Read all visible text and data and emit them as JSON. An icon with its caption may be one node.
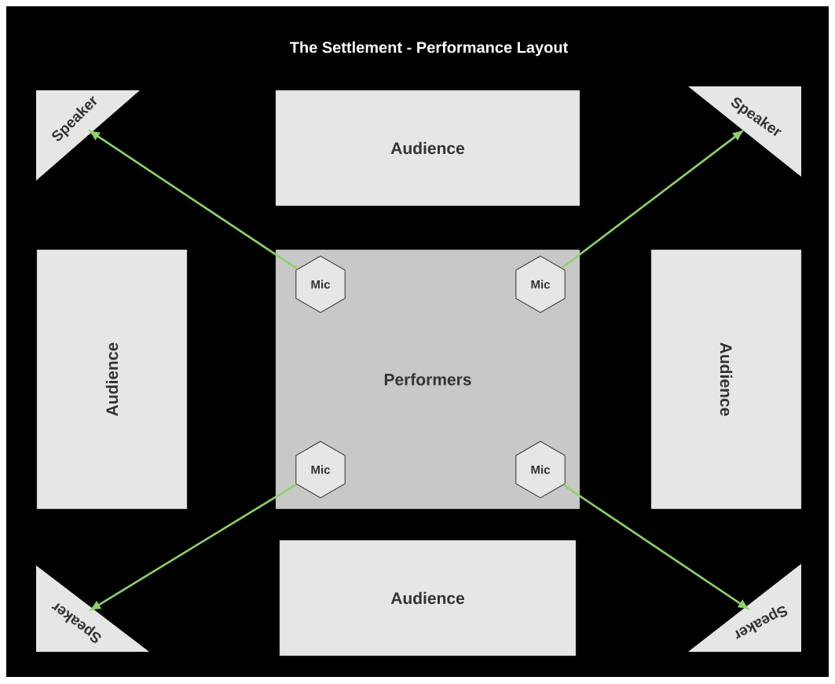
{
  "diagram": {
    "title": "The Settlement - Performance Layout",
    "nodes": [
      {
        "text": [
          "Speaker"
        ]
      },
      {
        "text": [
          "Audience"
        ]
      },
      {
        "text": [
          "Speaker"
        ]
      },
      {
        "text": [
          "Audience"
        ]
      },
      {
        "text": [
          "Performers"
        ]
      },
      {
        "text": [
          "Mic"
        ],
        "in": 4
      },
      {
        "text": [
          "Mic"
        ],
        "in": 4
      },
      {
        "text": [
          "Audience"
        ]
      },
      {
        "text": [
          "Mic"
        ],
        "in": 4
      },
      {
        "text": [
          "Mic"
        ],
        "in": 4
      },
      {
        "text": [
          "Speaker"
        ]
      },
      {
        "text": [
          "Audience"
        ]
      },
      {
        "text": [
          "Speaker"
        ]
      }
    ],
    "edges": [
      {
        "from": 5,
        "to": 0,
        "arrow": "to"
      },
      {
        "from": 6,
        "to": 2,
        "arrow": "to"
      },
      {
        "from": 8,
        "to": 10,
        "arrow": "to"
      },
      {
        "from": 9,
        "to": 12,
        "arrow": "to"
      }
    ]
  }
}
